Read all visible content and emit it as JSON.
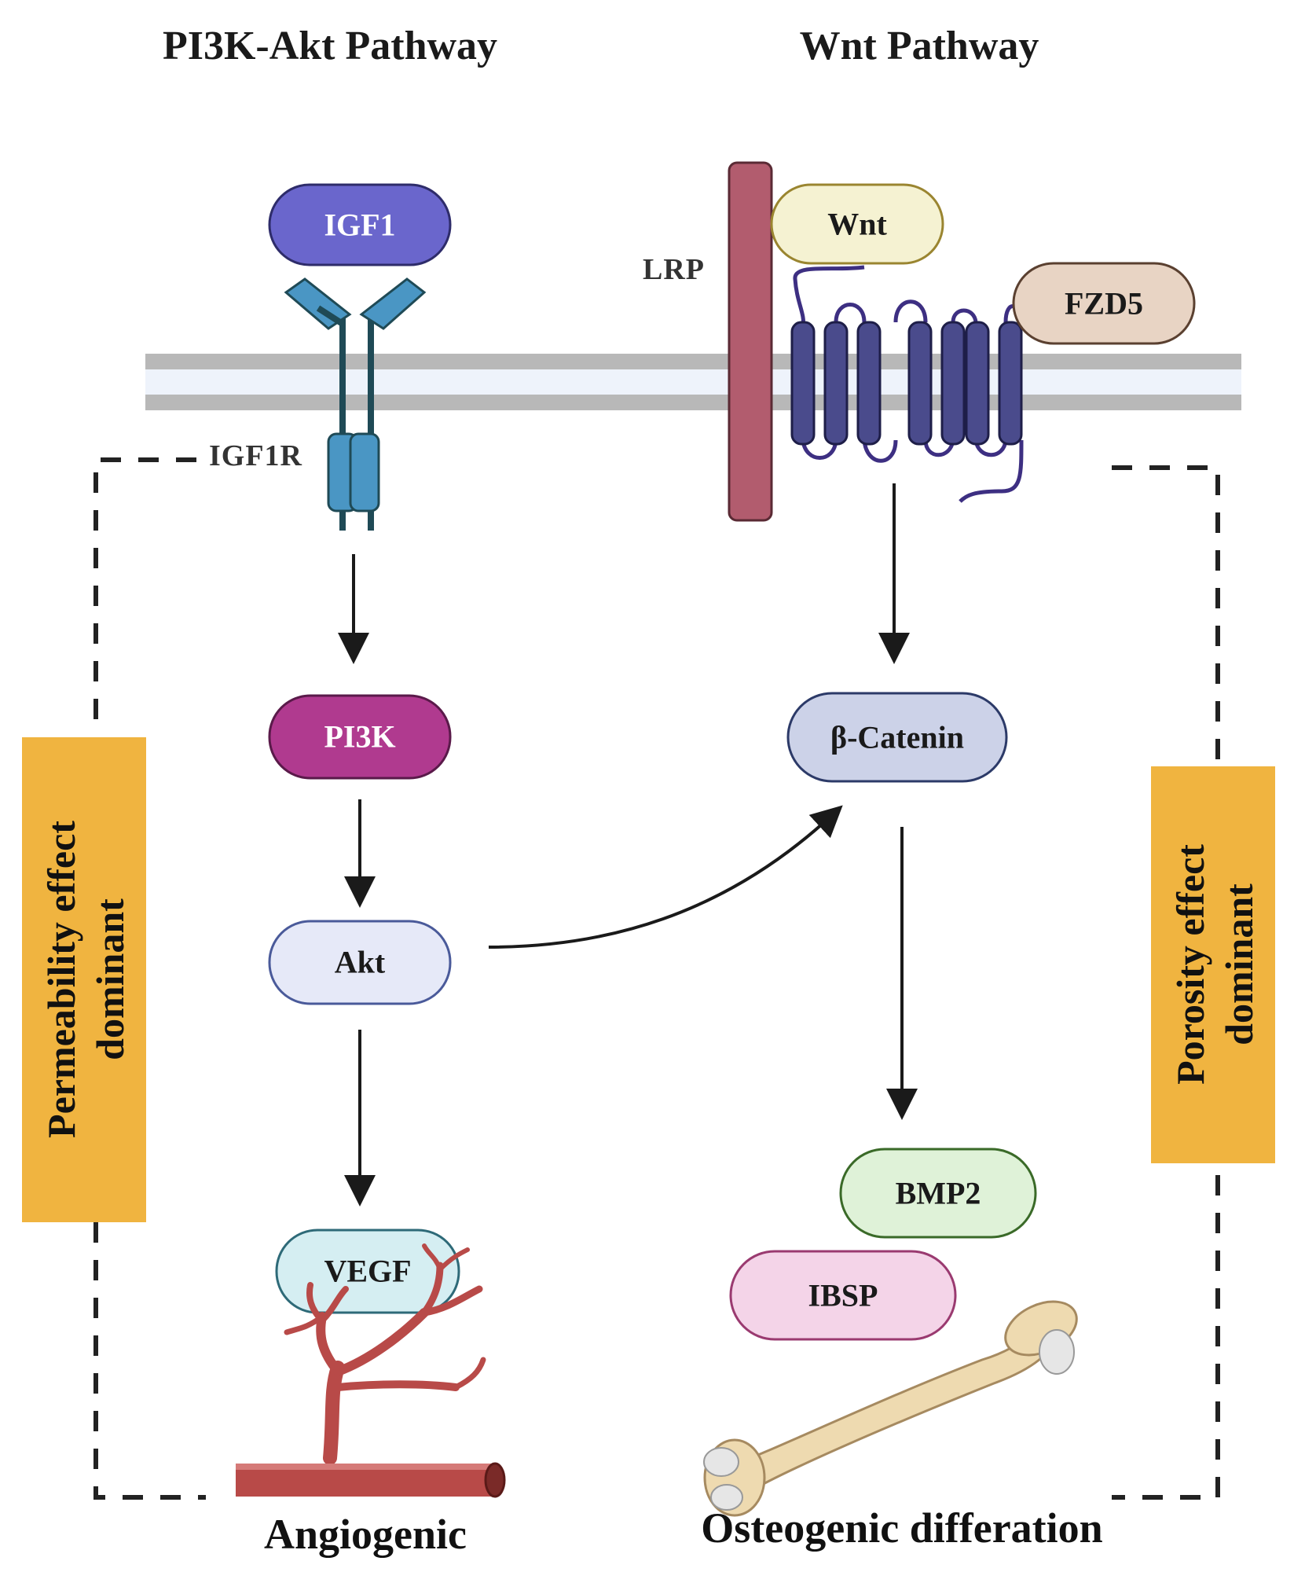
{
  "titles": {
    "left": "PI3K-Akt Pathway",
    "right": "Wnt Pathway"
  },
  "nodes": {
    "igf1": "IGF1",
    "pi3k": "PI3K",
    "akt": "Akt",
    "vegf": "VEGF",
    "wnt": "Wnt",
    "fzd5": "FZD5",
    "beta_catenin": "β-Catenin",
    "bmp2": "BMP2",
    "ibsp": "IBSP"
  },
  "labels": {
    "igf1r": "IGF1R",
    "lrp": "LRP"
  },
  "side_boxes": {
    "left_line1": "Permeability effect",
    "left_line2": "dominant",
    "right_line1": "Porosity effect",
    "right_line2": "dominant"
  },
  "outcomes": {
    "left": "Angiogenic",
    "right": "Osteogenic differation"
  },
  "colors": {
    "igf1_fill": "#6a66cc",
    "pi3k_fill": "#b03a8f",
    "akt_fill": "#e6e9f8",
    "vegf_fill": "#d5eef2",
    "wnt_fill": "#f5f2d2",
    "fzd5_fill": "#e8d4c4",
    "catenin_fill": "#ccd2e8",
    "bmp2_fill": "#dff2d8",
    "ibsp_fill": "#f4d4e8",
    "side_box": "#f0b440",
    "receptor": "#4a96c4",
    "lrp": "#b25c6e",
    "fzd_helix": "#4a4b8c",
    "membrane": "#b8b8b8",
    "vessel": "#b84a48"
  }
}
